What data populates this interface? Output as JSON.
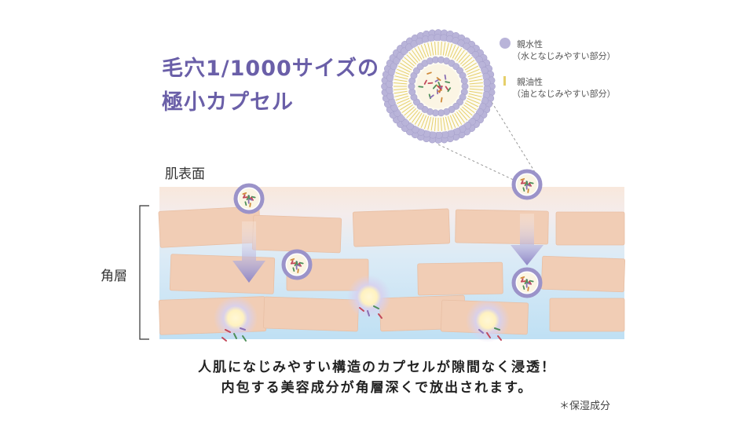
{
  "title_line1": "毛穴1/1000サイズの",
  "title_line2": "極小カプセル",
  "skin_surface_label": "肌表面",
  "stratum_corneum_label": "角層",
  "legend": {
    "hydrophilic": {
      "name": "親水性",
      "desc": "（水となじみやすい部分）",
      "color": "#b9b4d9"
    },
    "lipophilic": {
      "name": "親油性",
      "desc": "（油となじみやすい部分）",
      "color": "#e6cf6a"
    }
  },
  "caption_line1": "人肌になじみやすい構造のカプセルが隙間なく浸透！",
  "caption_line2": "内包する美容成分が角層深くで放出されます。",
  "footnote": "＊保湿成分",
  "colors": {
    "title": "#6a5fa8",
    "cell": "#f1cdb5",
    "layer_blue": "#cfe6f6",
    "surface": "#f8e6d8",
    "capsule": "#9b93c9"
  }
}
